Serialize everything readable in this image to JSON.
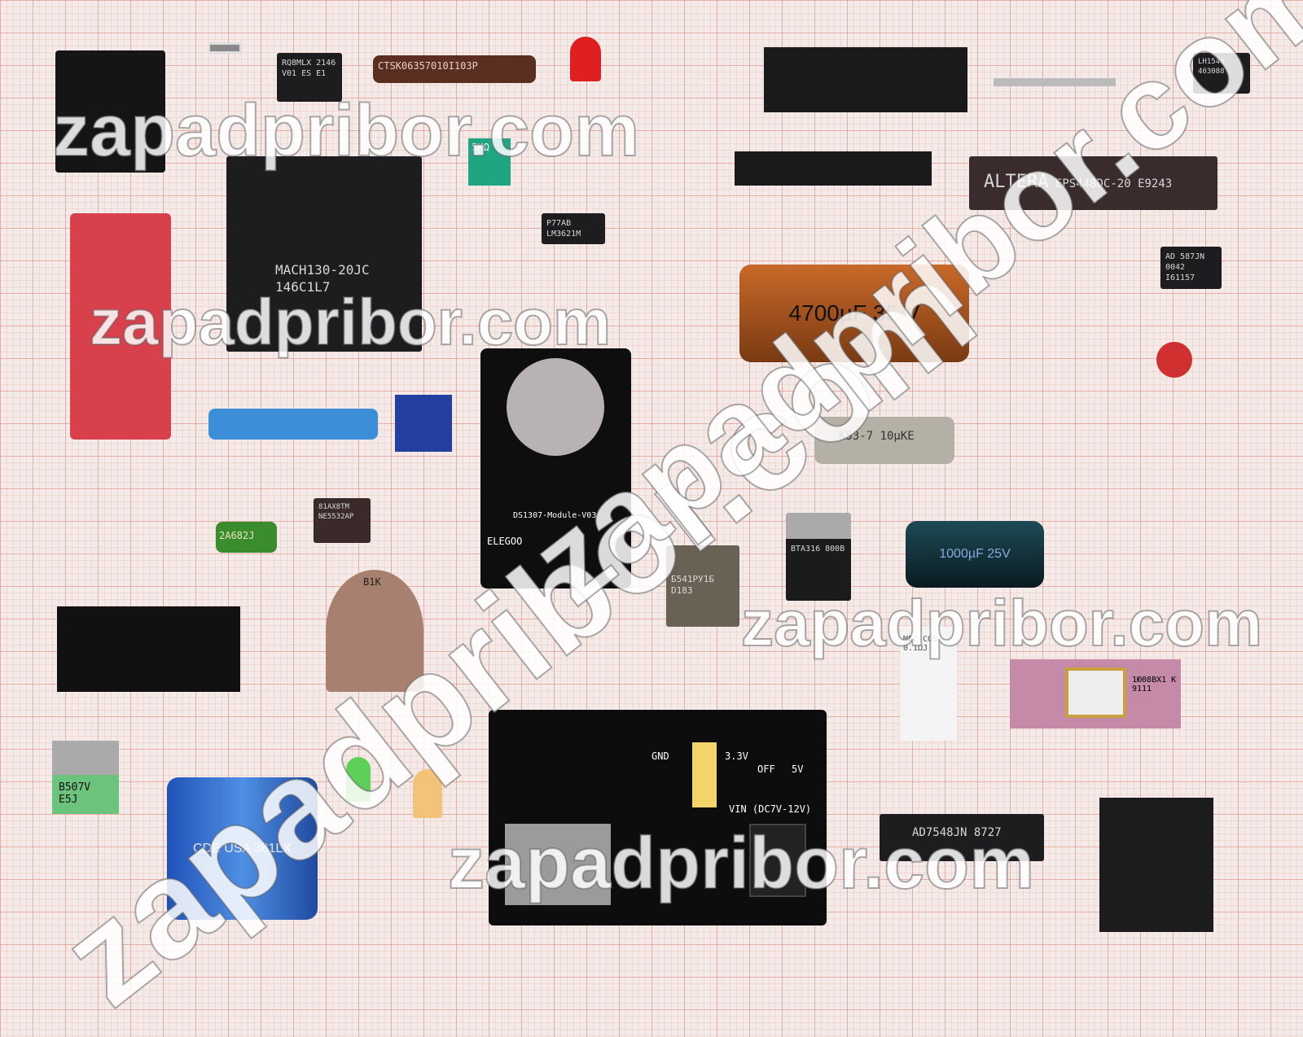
{
  "watermark": "zapadpribor.com",
  "components": {
    "rq8mlx": "RQ8MLX 2146 V01 ES E1",
    "resistor_network": "CTSK06357010I103P",
    "mach": "MACH130-20JC",
    "mach_code": "146C1L7",
    "lm3621": "P77AB LM3621M",
    "altera_brand": "ALTERA",
    "altera_part": "EPS448DC-20 E9243",
    "lh1546": "LH1546 403088",
    "ad587": "AD 587JN 0042 I61157",
    "electrolytic_big": "4700µF 35 V",
    "k53": "K53-7 10µKE",
    "film_cap": "2A682J",
    "ne5532": "81AX8TM NE5532AP",
    "module_brand": "ELEGOO",
    "module_name": "DS1307-Module-V03",
    "triac": "BTA316 800B",
    "electrolytic_blue": "1000µF 25V",
    "soviet_chip": "Б541РУ1Б D183",
    "pot": "B1K",
    "wire_resistor": "MEC-CGS 0.1ΩJ",
    "ceramic_chip": "1Ю08ВХ1 К 9111",
    "b507": "B507V E5J",
    "cde": "CDE USA 381LX",
    "ad7548": "AD7548JN 8727",
    "psu_v33": "3.3V",
    "psu_off": "OFF",
    "psu_v5": "5V",
    "psu_gnd": "GND",
    "psu_vin": "VIN (DC7V-12V)",
    "zero_ohm": "5KΩ"
  }
}
